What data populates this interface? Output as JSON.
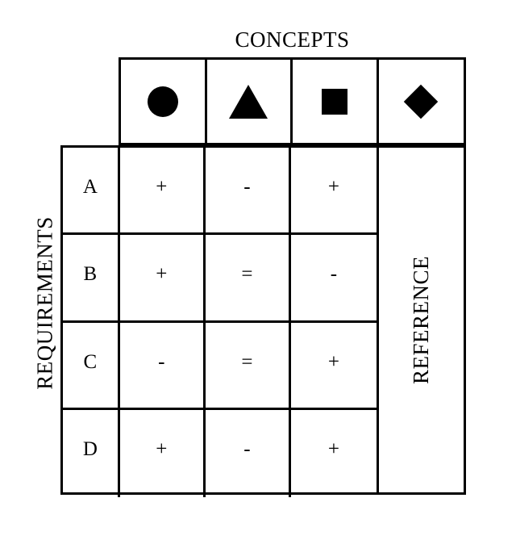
{
  "titles": {
    "columns_axis": "CONCEPTS",
    "rows_axis": "REQUIREMENTS",
    "reference_column": "REFERENCE"
  },
  "colors": {
    "ink": "#000000",
    "background": "#ffffff"
  },
  "chart_data": {
    "type": "table",
    "title": "CONCEPTS",
    "xlabel": "CONCEPTS",
    "ylabel": "REQUIREMENTS",
    "grid": true,
    "legend": null,
    "concepts": [
      {
        "index": 0,
        "icon": "circle-icon",
        "glyph": "●"
      },
      {
        "index": 1,
        "icon": "triangle-icon",
        "glyph": "▲"
      },
      {
        "index": 2,
        "icon": "square-icon",
        "glyph": "■"
      },
      {
        "index": 3,
        "icon": "diamond-icon",
        "glyph": "◆",
        "role": "REFERENCE"
      }
    ],
    "categories": [
      "A",
      "B",
      "C",
      "D"
    ],
    "rows": [
      {
        "label": "A",
        "scores": [
          "+",
          "-",
          "+"
        ]
      },
      {
        "label": "B",
        "scores": [
          "+",
          "=",
          "-"
        ]
      },
      {
        "label": "C",
        "scores": [
          "-",
          "=",
          "+"
        ]
      },
      {
        "label": "D",
        "scores": [
          "+",
          "-",
          "+"
        ]
      }
    ],
    "score_legend": [
      "+",
      "=",
      "-"
    ]
  }
}
